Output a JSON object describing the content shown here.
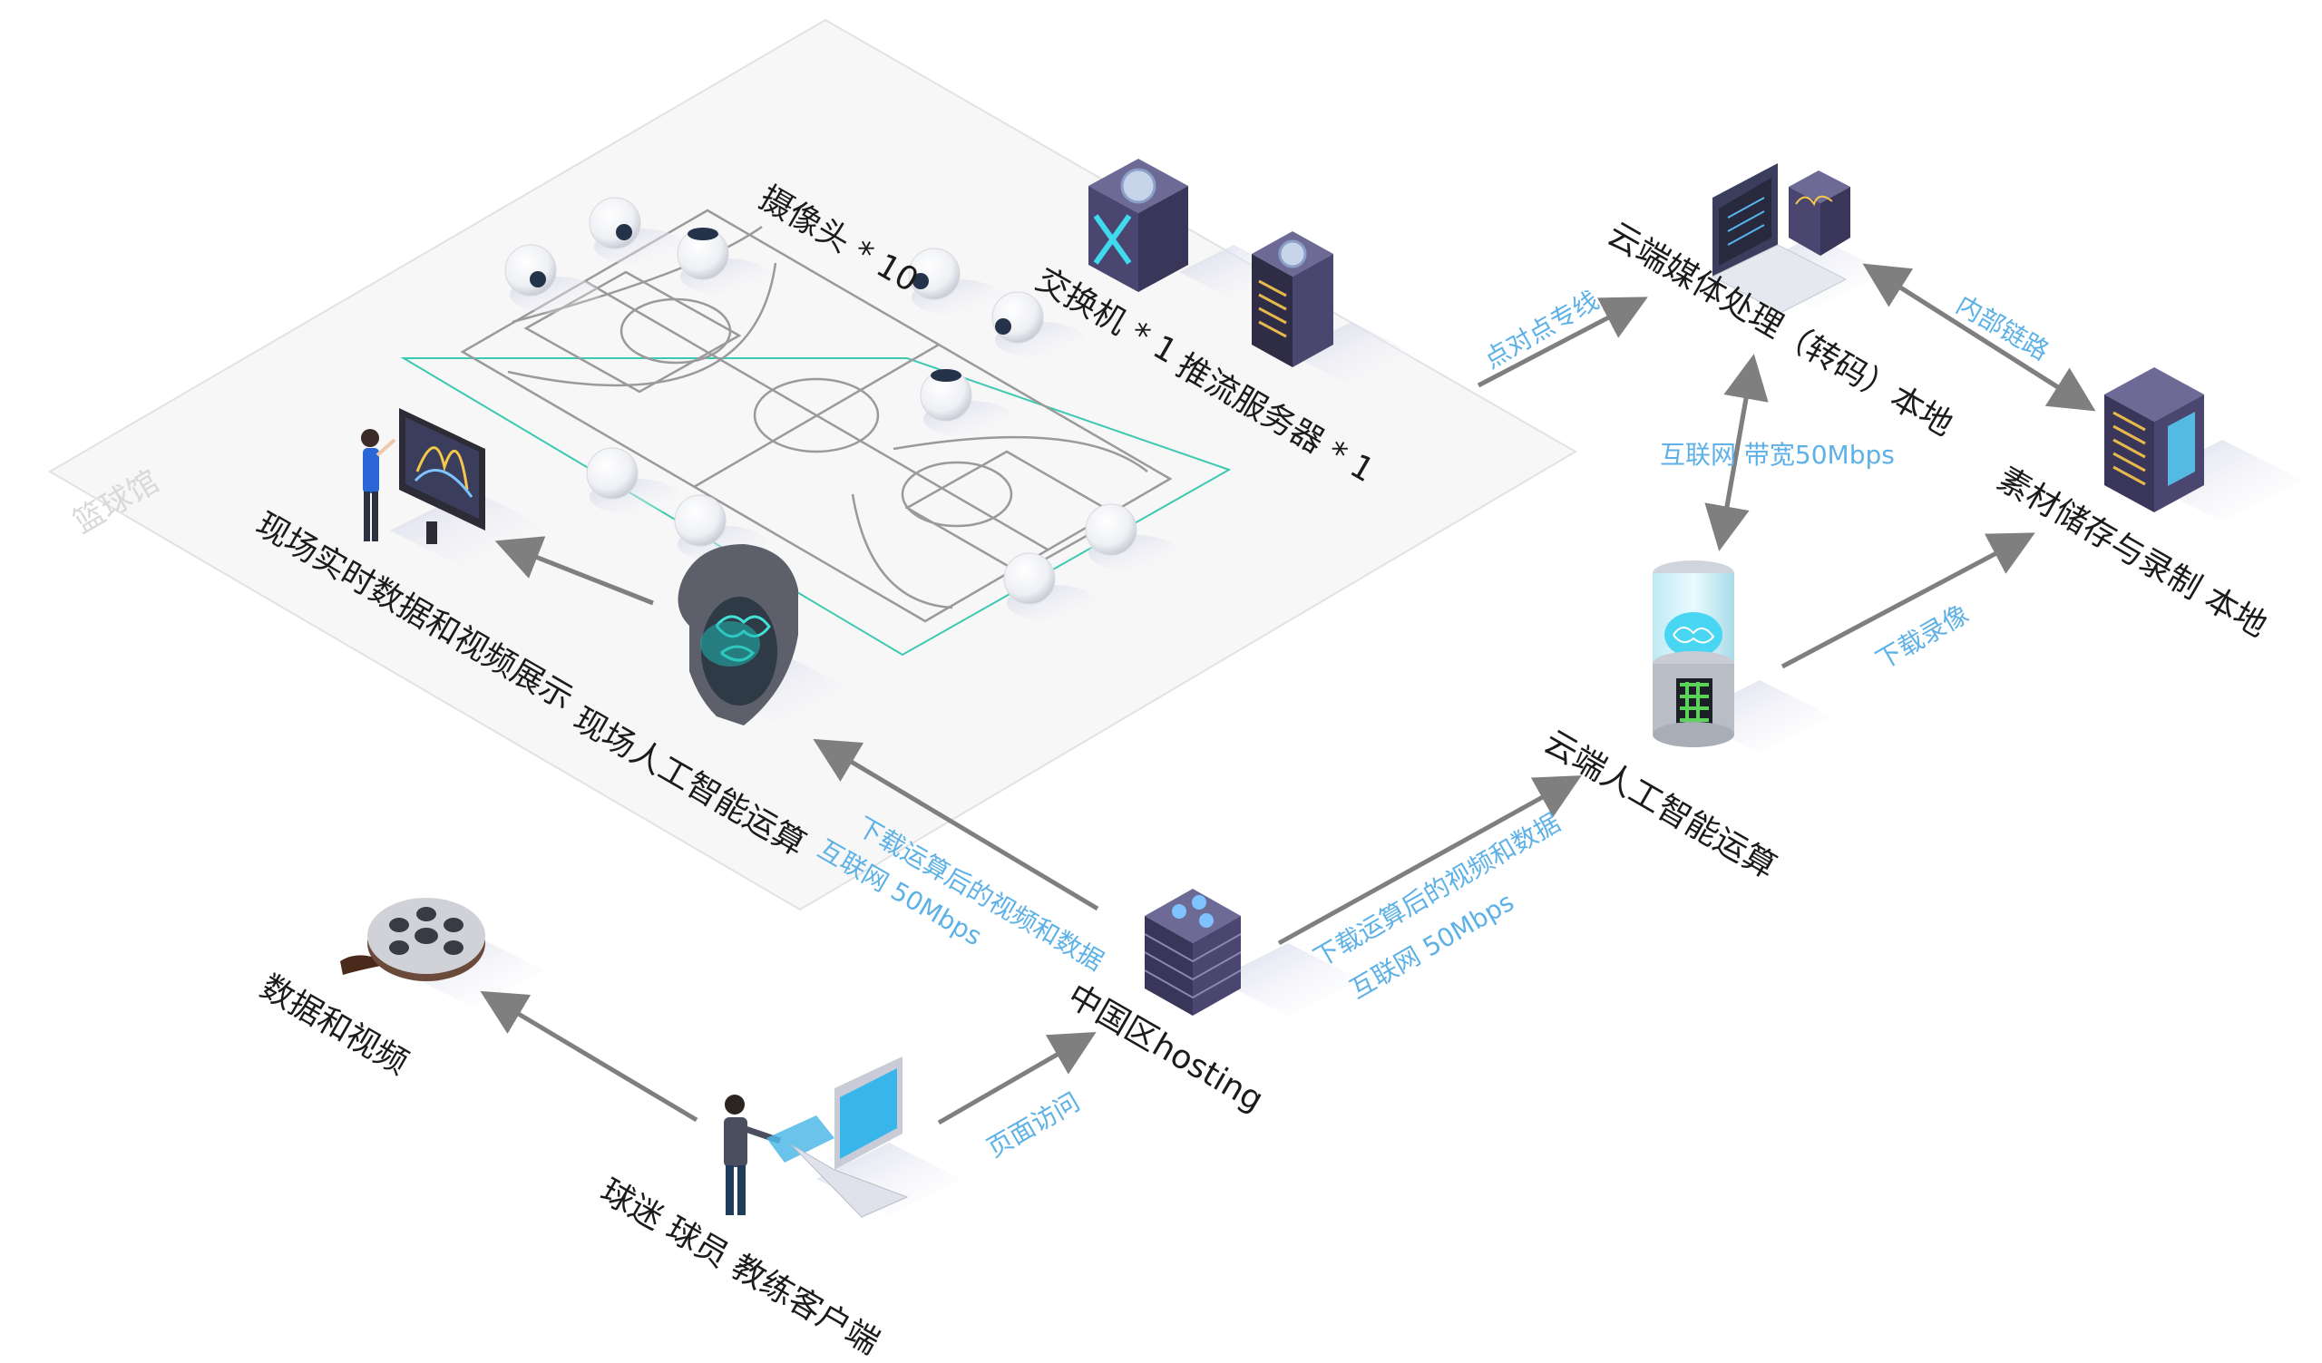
{
  "venue": {
    "watermark": "篮球馆"
  },
  "nodes": {
    "cameras": "摄像头 * 10",
    "switch": "交换机 * 1",
    "push_server": "推流服务器 * 1",
    "onsite_display": "现场实时数据和视频展示",
    "onsite_ai": "现场人工智能运算",
    "cloud_media": "云端媒体处理（转码）本地",
    "storage": "素材储存与录制 本地",
    "cloud_ai": "云端人工智能运算",
    "hosting": "中国区hosting",
    "data_video": "数据和视频",
    "client": "球迷 球员 教练客户端"
  },
  "links": {
    "p2p": "点对点专线",
    "internal": "内部链路",
    "internet_bw": "互联网 带宽50Mbps",
    "download_record": "下载录像",
    "download_processed_left_1": "下载运算后的视频和数据",
    "download_processed_left_2": "互联网 50Mbps",
    "download_processed_right_1": "下载运算后的视频和数据",
    "download_processed_right_2": "互联网 50Mbps",
    "page_access": "页面访问"
  },
  "colors": {
    "arrow": "#7f7f7f",
    "flow_text": "#5db1e6",
    "court_line": "#9a9a9a",
    "court_boundary": "#3dc9b0",
    "platform": "#f7f7f7",
    "device_purple": "#54507a",
    "accent_cyan": "#3fd9f0"
  }
}
